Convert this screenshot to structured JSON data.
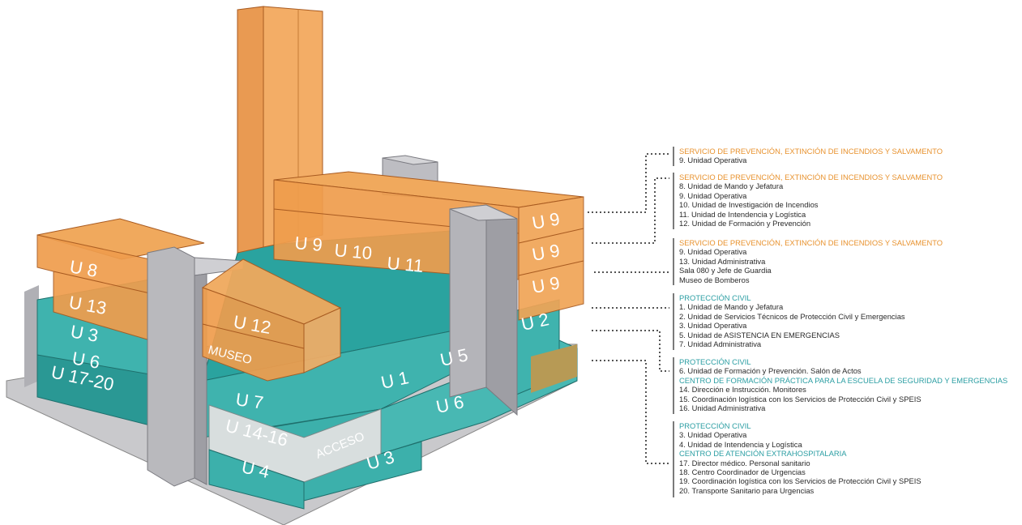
{
  "colors": {
    "orange_fill": "#f0a456",
    "orange_dark": "#d7823a",
    "teal_fill": "#3fb3ae",
    "teal_dark": "#1f8f8c",
    "grey_fill": "#b9b9bd",
    "grey_dark": "#8e8e93",
    "light_grey": "#dcdcdc",
    "heading_orange": "#e8922e",
    "heading_teal": "#2b9ea3"
  },
  "labels": {
    "u9_a": "U 9",
    "u9_b": "U 9",
    "u9_c": "U 9",
    "u9_front": "U 9",
    "u10": "U 10",
    "u11": "U 11",
    "u8": "U 8",
    "u13": "U 13",
    "u3_left": "U 3",
    "u6_left": "U 6",
    "u17_20": "U 17-20",
    "u12": "U 12",
    "museo": "MUSEO",
    "u2": "U 2",
    "u5": "U 5",
    "u1": "U 1",
    "u6_front": "U 6",
    "u7": "U 7",
    "u14_16": "U 14-16",
    "acceso": "ACCESO",
    "u3_front": "U 3",
    "u4": "U 4"
  },
  "legend": [
    {
      "headings": [
        {
          "text": "SERVICIO DE PREVENCIÓN, EXTINCIÓN DE INCENDIOS Y SALVAMENTO",
          "color": "orange"
        }
      ],
      "items": [
        "9. Unidad Operativa"
      ]
    },
    {
      "headings": [
        {
          "text": "SERVICIO DE PREVENCIÓN, EXTINCIÓN DE INCENDIOS Y SALVAMENTO",
          "color": "orange"
        }
      ],
      "items": [
        "8. Unidad de Mando y Jefatura",
        "9. Unidad Operativa",
        "10. Unidad de Investigación de Incendios",
        "11. Unidad de Intendencia y Logística",
        "12. Unidad de Formación y Prevención"
      ]
    },
    {
      "headings": [
        {
          "text": "SERVICIO DE PREVENCIÓN, EXTINCIÓN DE INCENDIOS Y SALVAMENTO",
          "color": "orange"
        }
      ],
      "items": [
        "9. Unidad Operativa",
        "13. Unidad Administrativa",
        "Sala 080 y Jefe de Guardia",
        "Museo de Bomberos"
      ]
    },
    {
      "headings": [
        {
          "text": "PROTECCIÓN CIVIL",
          "color": "teal"
        }
      ],
      "items": [
        "1. Unidad de Mando y Jefatura",
        "2. Unidad de Servicios Técnicos de Protección Civil y Emergencias",
        "3. Unidad Operativa",
        "5. Unidad de ASISTENCIA EN EMERGENCIAS",
        "7. Unidad Administrativa"
      ]
    },
    {
      "headings": [
        {
          "text": "PROTECCIÓN CIVIL",
          "color": "teal"
        }
      ],
      "items": [
        "6. Unidad de Formación y Prevención. Salón de Actos"
      ],
      "headings2": [
        {
          "text": "CENTRO DE FORMACIÓN PRÁCTICA PARA LA ESCUELA DE SEGURIDAD Y EMERGENCIAS",
          "color": "teal"
        }
      ],
      "items2": [
        "14. Dirección e Instrucción. Monitores",
        "15. Coordinación logística con los Servicios de Protección Civil y SPEIS",
        "16. Unidad Administrativa"
      ]
    },
    {
      "headings": [
        {
          "text": "PROTECCIÓN CIVIL",
          "color": "teal"
        }
      ],
      "items": [
        "3. Unidad Operativa",
        "4. Unidad de Intendencia y Logística"
      ],
      "headings2": [
        {
          "text": "CENTRO DE ATENCIÓN EXTRAHOSPITALARIA",
          "color": "teal"
        }
      ],
      "items2": [
        "17. Director médico. Personal sanitario",
        "18. Centro Coordinador de Urgencias",
        "19. Coordinación logística con los Servicios de Protección Civil y SPEIS",
        "20. Transporte Sanitario para Urgencias"
      ]
    }
  ]
}
